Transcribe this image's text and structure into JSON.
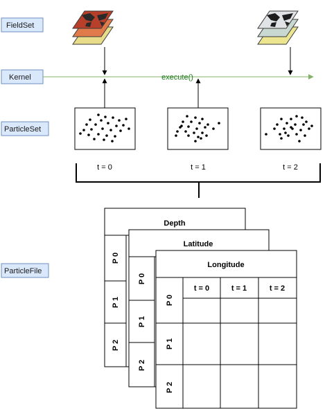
{
  "sidebar": {
    "fieldset": "FieldSet",
    "kernel": "Kernel",
    "particleset": "ParticleSet",
    "particlefile": "ParticleFile"
  },
  "kernel_line": {
    "execute_label": "execute()"
  },
  "particle_sets": [
    {
      "time_label": "t = 0"
    },
    {
      "time_label": "t = 1"
    },
    {
      "time_label": "t = 2"
    }
  ],
  "tables": {
    "depth": {
      "title": "Depth",
      "rows": [
        "P 0",
        "P 1",
        "P 2"
      ]
    },
    "latitude": {
      "title": "Latitude",
      "rows": [
        "P 0",
        "P 1",
        "P 2"
      ]
    },
    "longitude": {
      "title": "Longitude",
      "columns": [
        "t = 0",
        "t = 1",
        "t = 2"
      ],
      "rows": [
        "P 0",
        "P 1",
        "P 2"
      ]
    }
  },
  "colors": {
    "sidebar_fill": "#dae8fc",
    "sidebar_stroke": "#6c8ebf",
    "kernel_line": "#82b366",
    "execute_text": "#1e7b1e"
  },
  "icons": {
    "fieldset_left": "fieldset-map-stack-icon",
    "fieldset_right": "fieldset-map-stack-icon"
  }
}
